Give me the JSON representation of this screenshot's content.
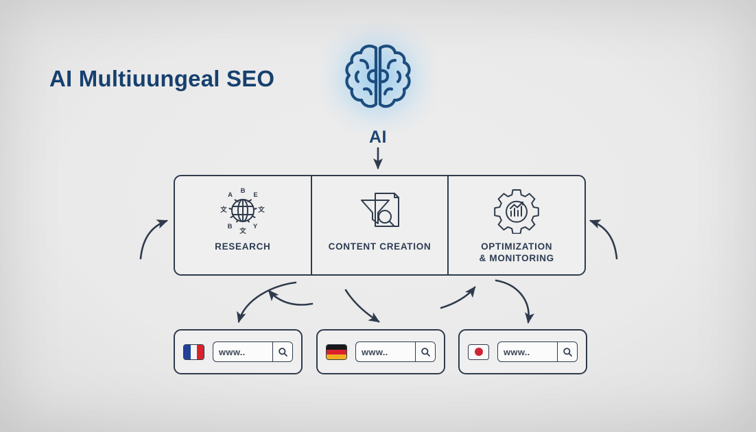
{
  "title": "AI Multiuungeal SEO",
  "ai_node": {
    "icon": "brain-icon",
    "label": "AI"
  },
  "stages": [
    {
      "id": "research",
      "label": "RESEARCH",
      "icon": "globe-languages-icon",
      "icon_letters": [
        "A",
        "B",
        "E",
        "文",
        "Y",
        "文",
        "B",
        "文"
      ]
    },
    {
      "id": "content-creation",
      "label": "CONTENT CREATION",
      "icon": "funnel-document-magnifier-icon"
    },
    {
      "id": "optimization-monitoring",
      "label": "OPTIMIZATION\n& MONITORING",
      "label_line1": "OPTIMIZATION",
      "label_line2": "& MONITORING",
      "icon": "gear-chart-icon"
    }
  ],
  "search_bars": [
    {
      "id": "fr",
      "flag": "flag-france-icon",
      "value": "www..",
      "button_icon": "search-icon"
    },
    {
      "id": "de",
      "flag": "flag-germany-icon",
      "value": "www..",
      "button_icon": "search-icon"
    },
    {
      "id": "jp",
      "flag": "flag-japan-icon",
      "value": "www..",
      "button_icon": "search-icon"
    }
  ],
  "arrows": [
    {
      "id": "ai-to-stages",
      "shape": "straight-down"
    },
    {
      "id": "left-outer-feedback",
      "shape": "curve-up-right"
    },
    {
      "id": "right-outer-feedback",
      "shape": "curve-up-left"
    },
    {
      "id": "research-to-search-fr",
      "shape": "curve-down-left"
    },
    {
      "id": "search-fr-to-content",
      "shape": "curve-up-left"
    },
    {
      "id": "content-to-search-jp",
      "shape": "curve-up-right"
    },
    {
      "id": "optimization-to-search-jp",
      "shape": "curve-down-right"
    }
  ],
  "colors": {
    "background": "#eaeaea",
    "outline": "#2f3b4c",
    "title": "#16406e",
    "ai_label": "#1d4571",
    "glow": "#81c4f0",
    "flag_fr_blue": "#20409a",
    "flag_fr_red": "#d8232b",
    "flag_de_black": "#18181a",
    "flag_de_red": "#d8232b",
    "flag_de_gold": "#f2b01e",
    "flag_jp_red": "#cf2436"
  }
}
